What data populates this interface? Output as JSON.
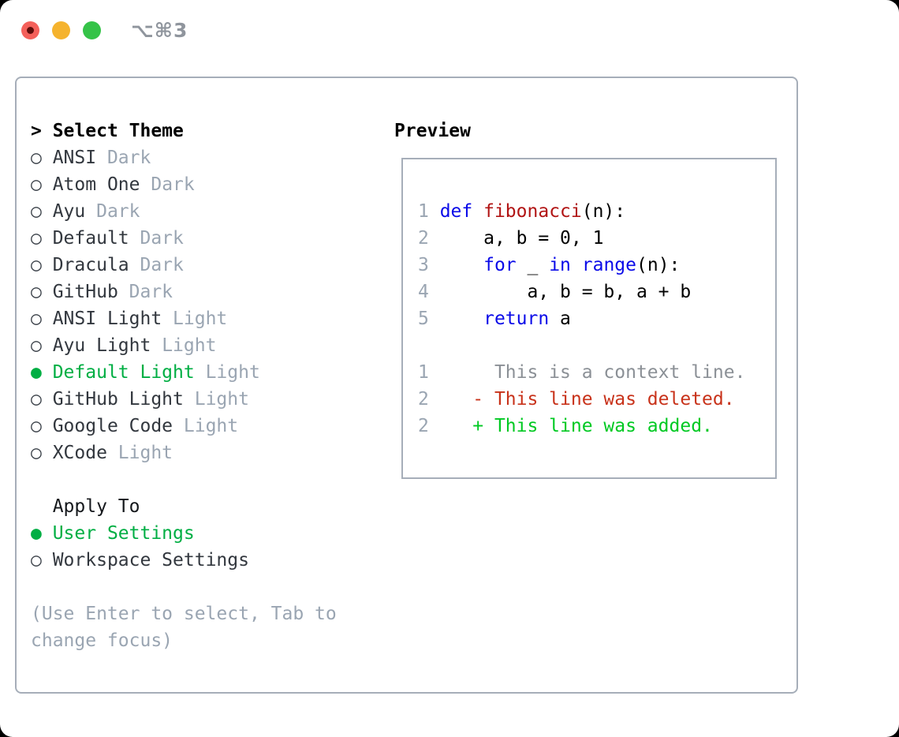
{
  "window": {
    "title": "⌥⌘3"
  },
  "titlebar": {
    "buttons": [
      "close",
      "minimize",
      "zoom"
    ]
  },
  "colors": {
    "ui_selected_green": "#00ae43",
    "keyword_blue": "#0a0ae8",
    "function_red": "#b11414",
    "diff_deleted_red": "#c8321a",
    "diff_added_green": "#00c922",
    "muted_gray": "#9aa5b2",
    "traffic_red": "#f4605a",
    "traffic_yellow": "#f5b32e",
    "traffic_green": "#35c348"
  },
  "theme_picker": {
    "header_marker": ">",
    "header": "Select Theme",
    "radio_unselected": "○",
    "radio_selected": "●",
    "themes": [
      {
        "name": "ANSI",
        "tag": "Dark",
        "selected": false
      },
      {
        "name": "Atom One",
        "tag": "Dark",
        "selected": false
      },
      {
        "name": "Ayu",
        "tag": "Dark",
        "selected": false
      },
      {
        "name": "Default",
        "tag": "Dark",
        "selected": false
      },
      {
        "name": "Dracula",
        "tag": "Dark",
        "selected": false
      },
      {
        "name": "GitHub",
        "tag": "Dark",
        "selected": false
      },
      {
        "name": "ANSI Light",
        "tag": "Light",
        "selected": false
      },
      {
        "name": "Ayu Light",
        "tag": "Light",
        "selected": false
      },
      {
        "name": "Default Light",
        "tag": "Light",
        "selected": true
      },
      {
        "name": "GitHub Light",
        "tag": "Light",
        "selected": false
      },
      {
        "name": "Google Code",
        "tag": "Light",
        "selected": false
      },
      {
        "name": "XCode",
        "tag": "Light",
        "selected": false
      }
    ],
    "apply_to": {
      "header": "Apply To",
      "options": [
        {
          "name": "User Settings",
          "selected": true
        },
        {
          "name": "Workspace Settings",
          "selected": false
        }
      ]
    },
    "hint": "(Use Enter to select, Tab to change focus)"
  },
  "preview": {
    "title": "Preview",
    "lines": [
      {
        "num": "1",
        "tokens": [
          [
            "def",
            "kw"
          ],
          [
            " ",
            "plain"
          ],
          [
            "fibonacci",
            "fn"
          ],
          [
            "(n):",
            "plain"
          ]
        ]
      },
      {
        "num": "2",
        "tokens": [
          [
            "    a, b = 0, 1",
            "plain"
          ]
        ]
      },
      {
        "num": "3",
        "tokens": [
          [
            "    ",
            "plain"
          ],
          [
            "for",
            "kw"
          ],
          [
            " _ ",
            "plain"
          ],
          [
            "in",
            "kw"
          ],
          [
            " ",
            "plain"
          ],
          [
            "range",
            "kw"
          ],
          [
            "(n):",
            "plain"
          ]
        ]
      },
      {
        "num": "4",
        "tokens": [
          [
            "        a, b = b, a + b",
            "plain"
          ]
        ]
      },
      {
        "num": "5",
        "tokens": [
          [
            "    ",
            "plain"
          ],
          [
            "return",
            "kw"
          ],
          [
            " a",
            "plain"
          ]
        ]
      },
      {
        "num": "",
        "tokens": []
      },
      {
        "num": "1",
        "tokens": [
          [
            "     This is a context line.",
            "ctx"
          ]
        ]
      },
      {
        "num": "2",
        "tokens": [
          [
            "   - This line was deleted.",
            "del"
          ]
        ]
      },
      {
        "num": "2",
        "tokens": [
          [
            "   + This line was added.",
            "add"
          ]
        ]
      }
    ]
  }
}
